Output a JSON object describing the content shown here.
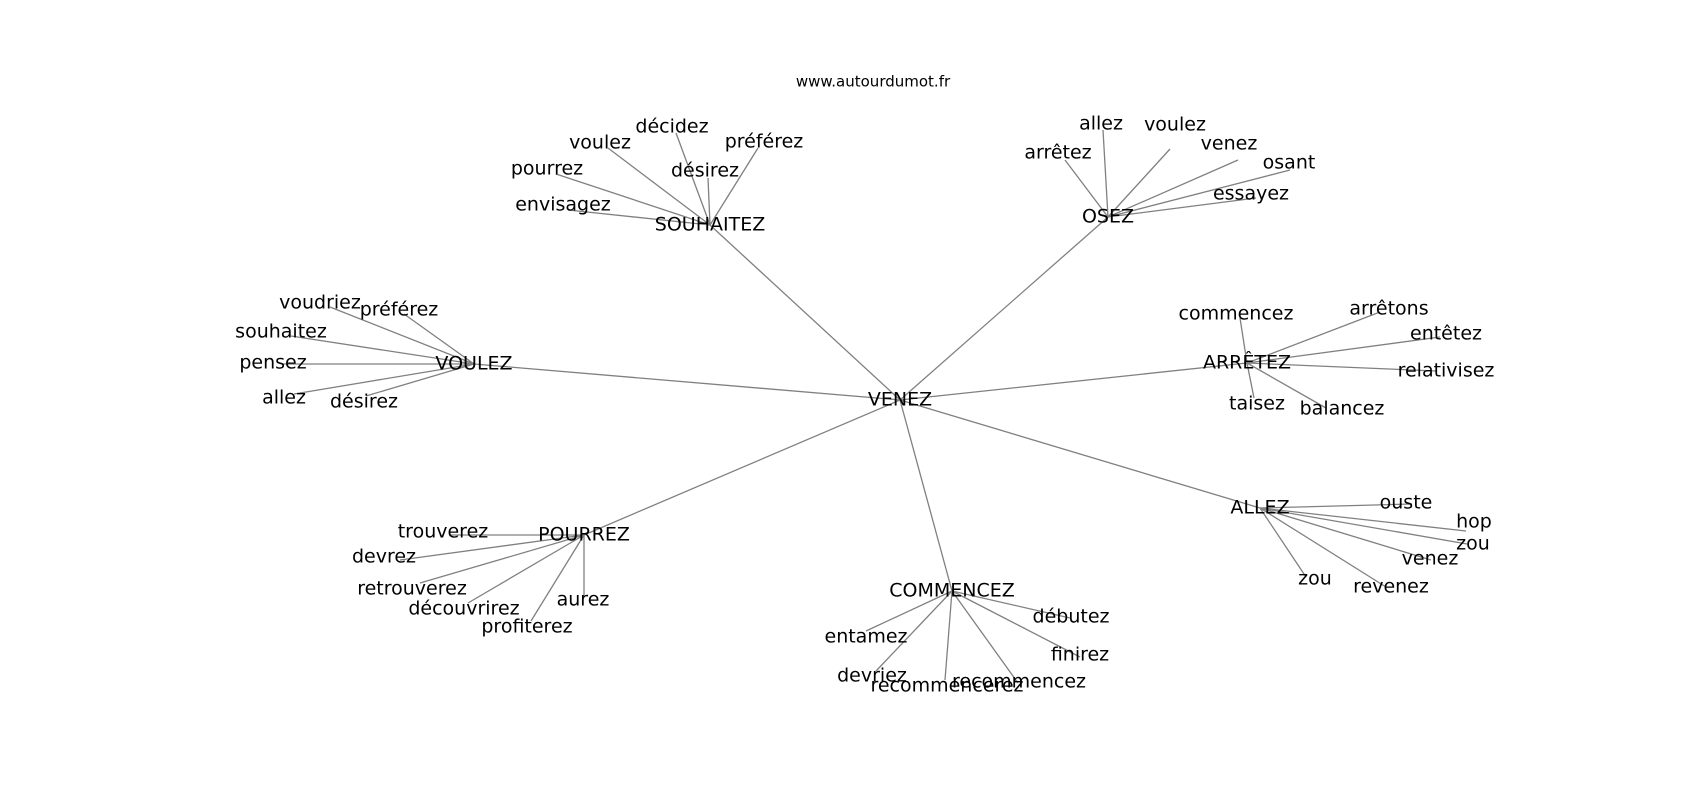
{
  "watermark": "www.autourdumot.fr",
  "graph": {
    "center": "VENEZ",
    "hubs": [
      {
        "id": "souhaitez",
        "label": "SOUHAITEZ",
        "leaves": [
          "voulez",
          "décidez",
          "préférez",
          "pourrez",
          "désirez",
          "envisagez"
        ]
      },
      {
        "id": "osez",
        "label": "OSEZ",
        "leaves": [
          "arrêtez",
          "allez",
          "voulez",
          "venez",
          "osant",
          "essayez"
        ]
      },
      {
        "id": "voulez",
        "label": "VOULEZ",
        "leaves": [
          "voudriez",
          "préférez",
          "souhaitez",
          "pensez",
          "allez",
          "désirez"
        ]
      },
      {
        "id": "arretez",
        "label": "ARRÊTEZ",
        "leaves": [
          "commencez",
          "arrêtons",
          "entêtez",
          "relativisez",
          "taisez",
          "balancez"
        ]
      },
      {
        "id": "pourrez",
        "label": "POURREZ",
        "leaves": [
          "trouverez",
          "devrez",
          "retrouverez",
          "découvrirez",
          "aurez",
          "profiterez"
        ]
      },
      {
        "id": "allez",
        "label": "ALLEZ",
        "leaves": [
          "ouste",
          "hop",
          "zou",
          "venez",
          "zou",
          "revenez"
        ]
      },
      {
        "id": "commencez",
        "label": "COMMENCEZ",
        "leaves": [
          "débutez",
          "entamez",
          "finirez",
          "devriez",
          "recommencez",
          "recommencerez"
        ]
      }
    ]
  }
}
